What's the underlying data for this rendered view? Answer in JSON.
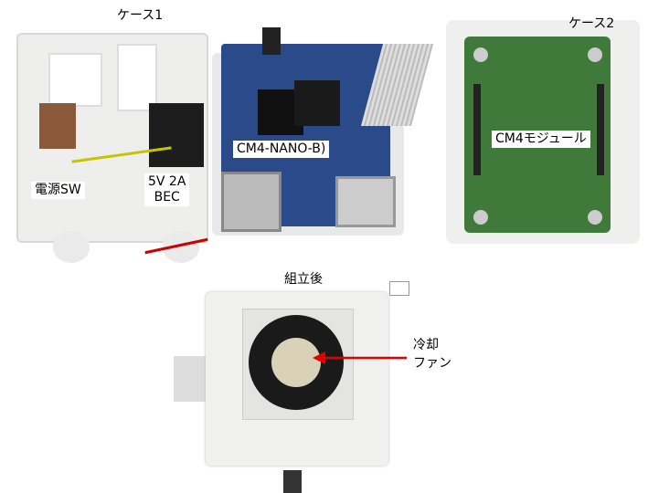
{
  "labels": {
    "case1": "ケース1",
    "case2": "ケース2",
    "power_sw": "電源SW",
    "bec_line1": "5V 2A",
    "bec_line2": "BEC",
    "board": "CM4-NANO-B)",
    "module": "CM4モジュール",
    "assembled": "組立後",
    "fan_line1": "冷却",
    "fan_line2": "ファン"
  },
  "colors": {
    "case_white": "#f2f2f0",
    "board_blue": "#2b4a8a",
    "module_green": "#3f7a3a",
    "arrow_red": "#e00000"
  }
}
